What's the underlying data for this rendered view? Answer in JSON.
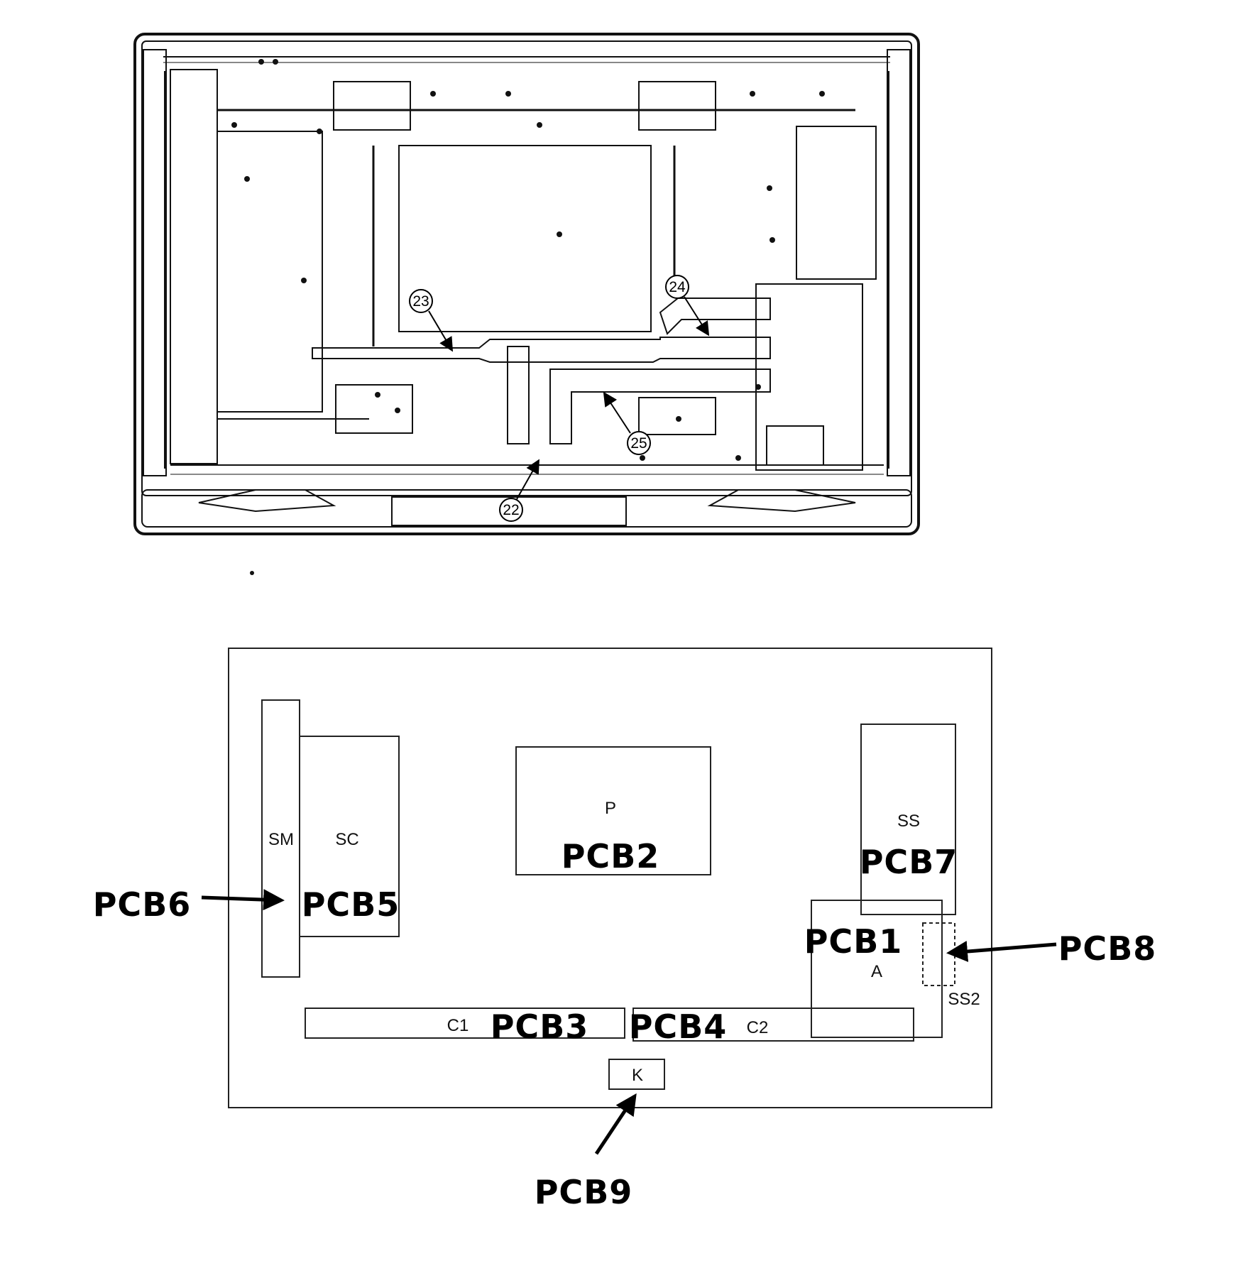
{
  "top_view": {
    "callouts": [
      "22",
      "23",
      "24",
      "25"
    ]
  },
  "layout_map": {
    "boards": {
      "sm": "SM",
      "sc": "SC",
      "p": "P",
      "ss": "SS",
      "a": "A",
      "ss2": "SS2",
      "c1": "C1",
      "c2": "C2",
      "k": "K"
    },
    "pcb_labels": {
      "pcb1": "PCB1",
      "pcb2": "PCB2",
      "pcb3": "PCB3",
      "pcb4": "PCB4",
      "pcb5": "PCB5",
      "pcb6": "PCB6",
      "pcb7": "PCB7",
      "pcb8": "PCB8",
      "pcb9": "PCB9"
    }
  },
  "colors": {
    "ink": "#111111",
    "paper": "#ffffff",
    "panel_fill": "#fafafa"
  }
}
